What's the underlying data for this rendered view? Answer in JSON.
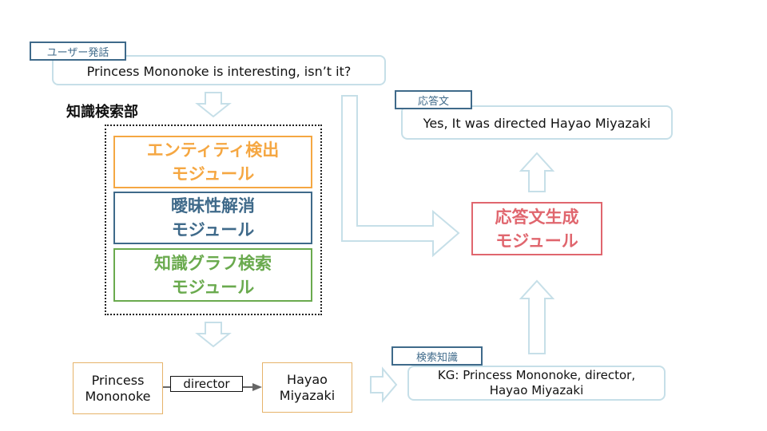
{
  "user_utterance": {
    "label": "ユーザー発話",
    "text": "Princess Mononoke is interesting, isn’t it?"
  },
  "knowledge_search": {
    "title": "知識検索部",
    "modules": [
      {
        "line1": "エンティティ検出",
        "line2": "モジュール",
        "color": "#f5a742"
      },
      {
        "line1": "曖昧性解消",
        "line2": "モジュール",
        "color": "#3f6a8a"
      },
      {
        "line1": "知識グラフ検索",
        "line2": "モジュール",
        "color": "#6aaa4e"
      }
    ]
  },
  "graph": {
    "subject": {
      "line1": "Princess",
      "line2": "Mononoke"
    },
    "relation": "director",
    "object": {
      "line1": "Hayao",
      "line2": "Miyazaki"
    }
  },
  "retrieved_knowledge": {
    "label": "検索知識",
    "line1": "KG: Princess Mononoke, director,",
    "line2": "Hayao Miyazaki"
  },
  "response_generation": {
    "line1": "応答文生成",
    "line2": "モジュール",
    "color": "#e0666e"
  },
  "response": {
    "label": "応答文",
    "text": "Yes, It was directed Hayao Miyazaki"
  },
  "colors": {
    "arrow_outline": "#c6dfe8",
    "tag_border": "#3f6a8a",
    "node_border": "#e6b36a"
  }
}
